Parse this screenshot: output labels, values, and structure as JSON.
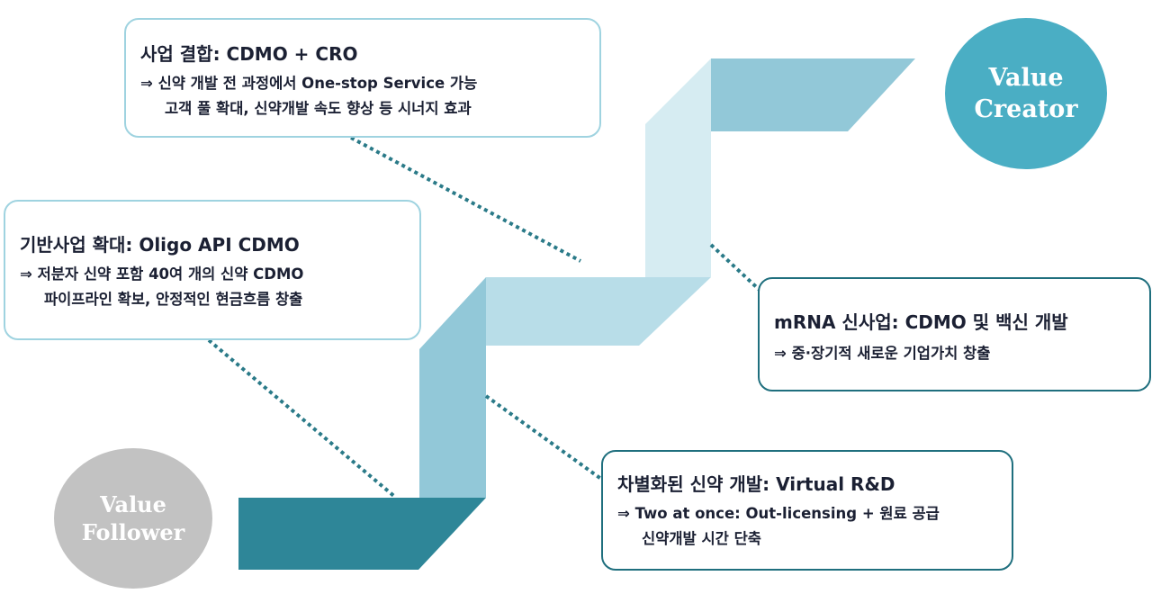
{
  "colors": {
    "dark_teal": "#2e8698",
    "mid_blue": "#92c8d8",
    "light_blue": "#b8dde8",
    "pale_blue": "#d6ecf2",
    "creator_circle": "#4aaec4",
    "follower_circle": "#c2c2c2",
    "dotted_line": "#2a7a88"
  },
  "circles": {
    "creator": "Value Creator",
    "follower": "Value Follower"
  },
  "boxes": {
    "top": {
      "title": "사업 결합: CDMO + CRO",
      "line1": "⇒ 신약 개발 전 과정에서 One-stop Service 가능",
      "line2": "고객 풀 확대, 신약개발 속도 향상 등 시너지 효과"
    },
    "left": {
      "title": "기반사업 확대: Oligo API CDMO",
      "line1": "⇒ 저분자 신약 포함 40여 개의 신약 CDMO",
      "line2": "파이프라인 확보, 안정적인 현금흐름 창출"
    },
    "right": {
      "title": "mRNA 신사업: CDMO 및 백신 개발",
      "line1": "⇒ 중·장기적 새로운 기업가치 창출"
    },
    "bottom": {
      "title": "차별화된 신약 개발: Virtual R&D",
      "line1": "⇒ Two at once: Out-licensing + 원료 공급",
      "line2": "신약개발 시간 단축"
    }
  }
}
